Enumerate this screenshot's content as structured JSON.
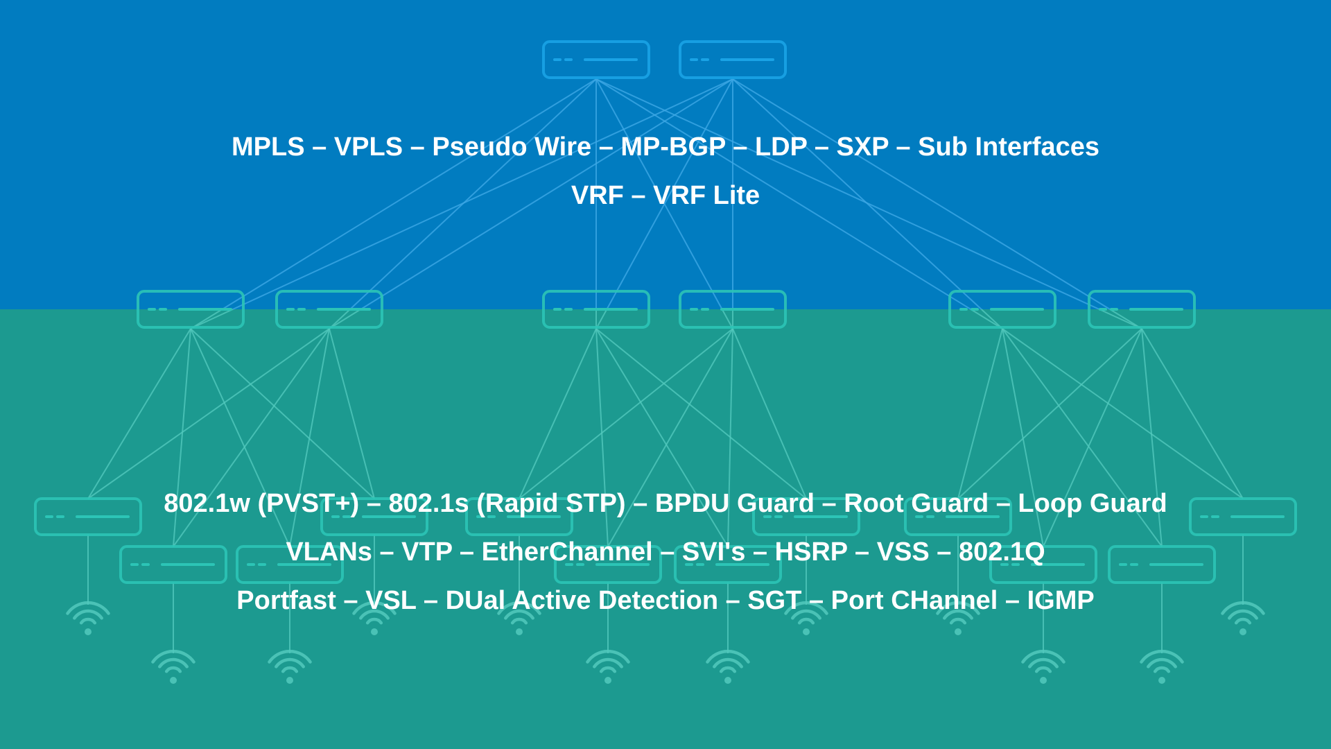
{
  "colors": {
    "top_band": "#017cc0",
    "bottom_band": "#1c9a90",
    "top_line": "#3da8e6",
    "bottom_line": "#52c9bd",
    "top_device": "#1aa3e6",
    "bottom_device": "#2cc4b6",
    "text": "#ffffff"
  },
  "top_captions": [
    "MPLS – VPLS – Pseudo Wire – MP-BGP – LDP – SXP – Sub Interfaces",
    "VRF – VRF Lite"
  ],
  "bottom_captions": [
    "802.1w (PVST+) – 802.1s (Rapid STP) – BPDU Guard – Root Guard – Loop Guard",
    "VLANs – VTP – EtherChannel – SVI's – HSRP – VSS – 802.1Q",
    "Portfast – VSL – DUal Active Detection – SGT – Port CHannel – IGMP"
  ],
  "icons": {
    "switch": "switch-icon",
    "wifi": "wifi-icon"
  }
}
